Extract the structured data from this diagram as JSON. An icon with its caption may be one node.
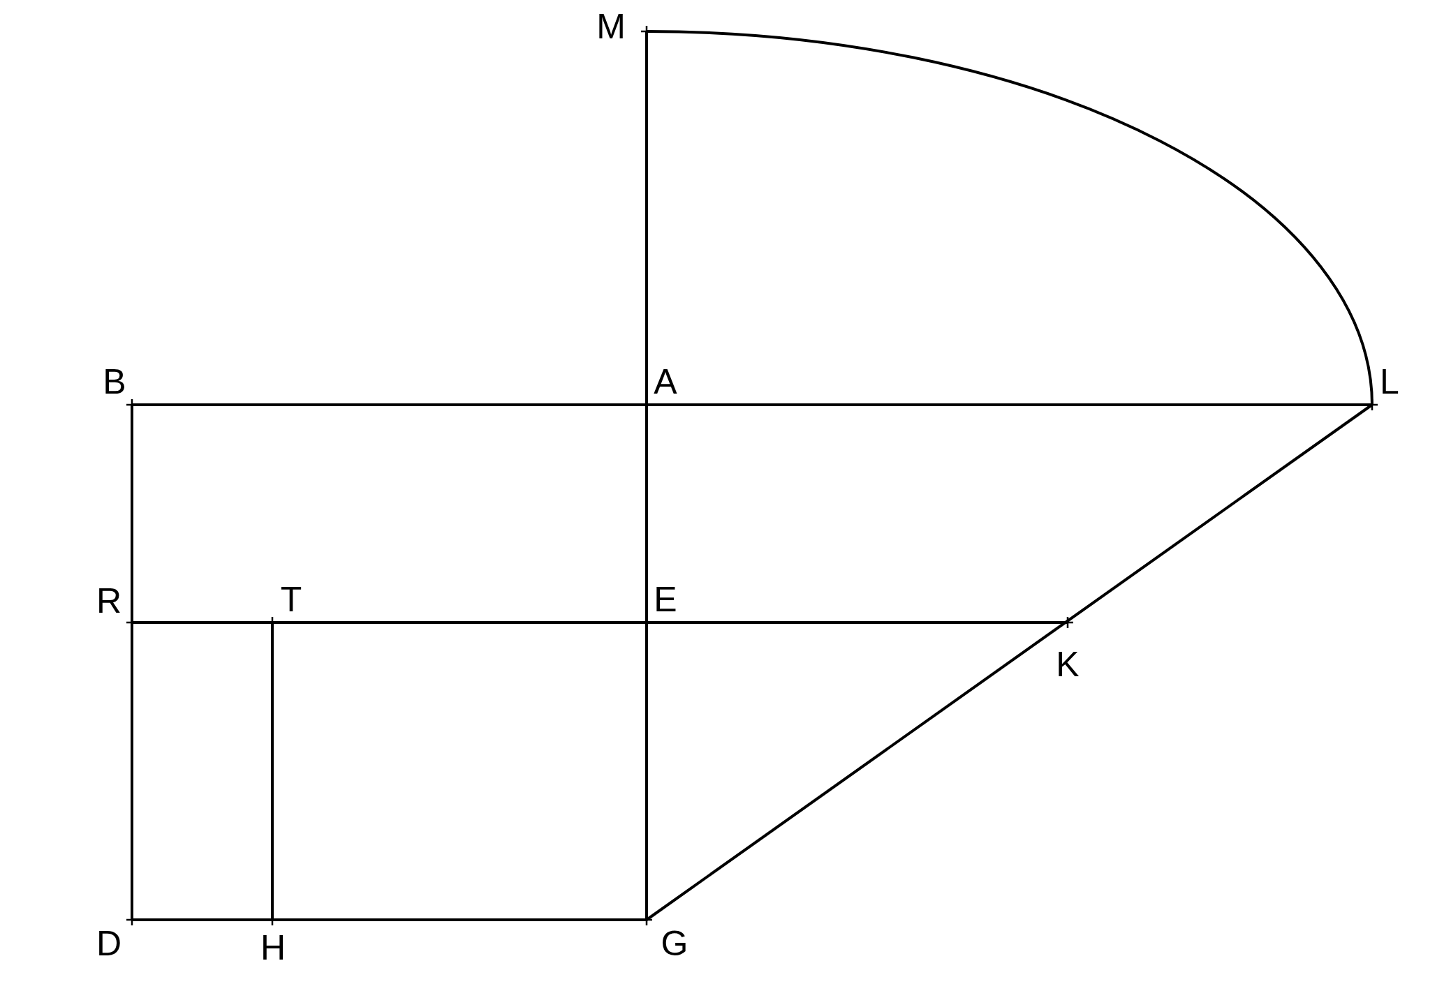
{
  "diagram": {
    "labels": [
      "M",
      "B",
      "A",
      "L",
      "R",
      "T",
      "E",
      "K",
      "D",
      "H",
      "G"
    ]
  }
}
